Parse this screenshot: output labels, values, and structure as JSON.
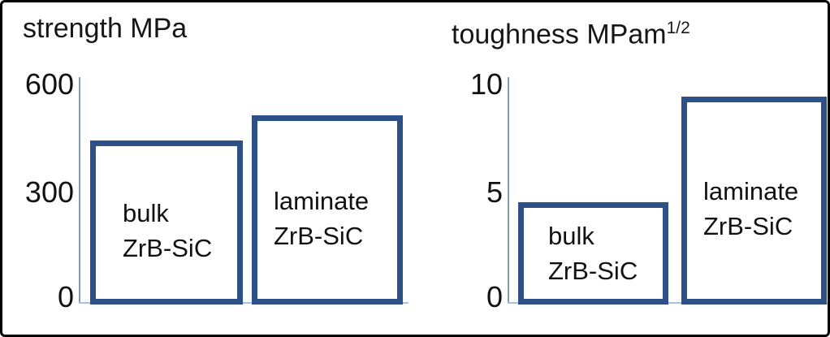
{
  "figure": {
    "background": "#ffffff",
    "frame_border_color": "#000000"
  },
  "colors": {
    "bar_border": "#2d5186",
    "bar_fill": "#ffffff",
    "axis_line": "#7f9db9",
    "text": "#161616"
  },
  "chart_data": [
    {
      "type": "bar",
      "title": "strength MPa",
      "categories": [
        "bulk ZrB-SiC",
        "laminate ZrB-SiC"
      ],
      "category_lines": [
        [
          "bulk",
          "ZrB-SiC"
        ],
        [
          "laminate",
          "ZrB-SiC"
        ]
      ],
      "values": [
        450,
        520
      ],
      "xlabel": "",
      "ylabel": "strength MPa",
      "ylim": [
        0,
        600
      ],
      "yticks": [
        "600",
        "300",
        "0"
      ],
      "grid": false,
      "legend": false,
      "bar_style": "white fill with thick dark-blue outline, category labels printed inside bars"
    },
    {
      "type": "bar",
      "title": "toughness MPam^1/2",
      "title_main": "toughness MPam",
      "title_sup": "1/2",
      "categories": [
        "bulk ZrB-SiC",
        "laminate ZrB-SiC"
      ],
      "category_lines": [
        [
          "bulk",
          "ZrB-SiC"
        ],
        [
          "laminate",
          "ZrB-SiC"
        ]
      ],
      "values": [
        4.7,
        9.5
      ],
      "xlabel": "",
      "ylabel": "toughness MPa·m^1/2",
      "ylim": [
        0,
        10
      ],
      "yticks": [
        "10",
        "5",
        "0"
      ],
      "grid": false,
      "legend": false,
      "bar_style": "white fill with thick dark-blue outline, category labels printed inside bars"
    }
  ]
}
